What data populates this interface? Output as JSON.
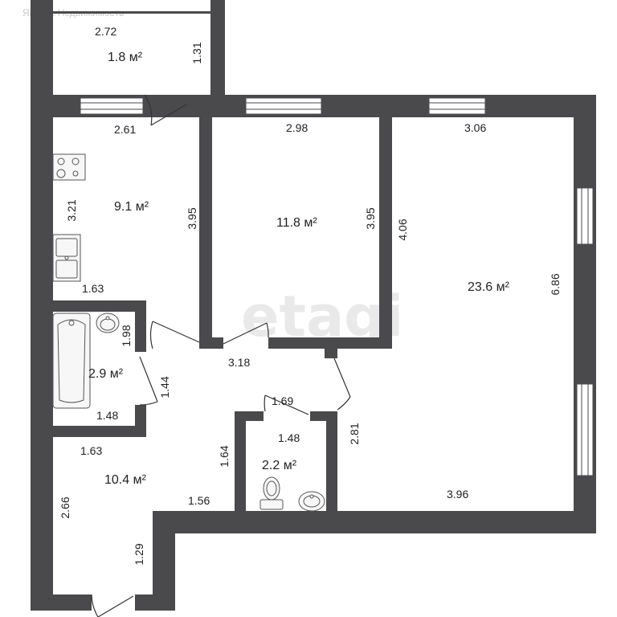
{
  "watermark": {
    "main": "etagi",
    "top": "Яндекс Недвижимость"
  },
  "colors": {
    "wall": "#4a4a4c",
    "background": "#ffffff",
    "text": "#222222",
    "watermark": "#e9e9e9",
    "fixture_fill": "#f7f7f7",
    "fixture_stroke": "#555555"
  },
  "rooms": {
    "balcony": {
      "area": "1.8 м²",
      "dim_width": "2.72",
      "dim_height": "1.31"
    },
    "kitchen": {
      "area": "9.1 м²",
      "dim_top": "2.61",
      "dim_left": "3.21",
      "dim_right": "3.95",
      "dim_bottom": "1.63"
    },
    "bedroom": {
      "area": "11.8 м²",
      "dim_top": "2.98",
      "dim_right": "3.95"
    },
    "living_room": {
      "area": "23.6 м²",
      "dim_top": "3.06",
      "dim_left": "4.06",
      "dim_right": "6.86",
      "dim_bottom": "3.96",
      "dim_lower_left": "2.81"
    },
    "bathroom": {
      "area": "2.9 м²",
      "dim_right": "1.98",
      "dim_bottom": "1.48"
    },
    "hallway": {
      "dim_top": "3.18",
      "dim_left": "1.44",
      "dim_wc_door": "1.69"
    },
    "toilet": {
      "area": "2.2 м²",
      "dim_top": "1.48"
    },
    "entrance_hall": {
      "area": "10.4 м²",
      "dim_top": "1.63",
      "dim_right": "1.64",
      "dim_left": "2.66",
      "dim_bottom": "1.56",
      "dim_corridor": "1.29"
    }
  }
}
